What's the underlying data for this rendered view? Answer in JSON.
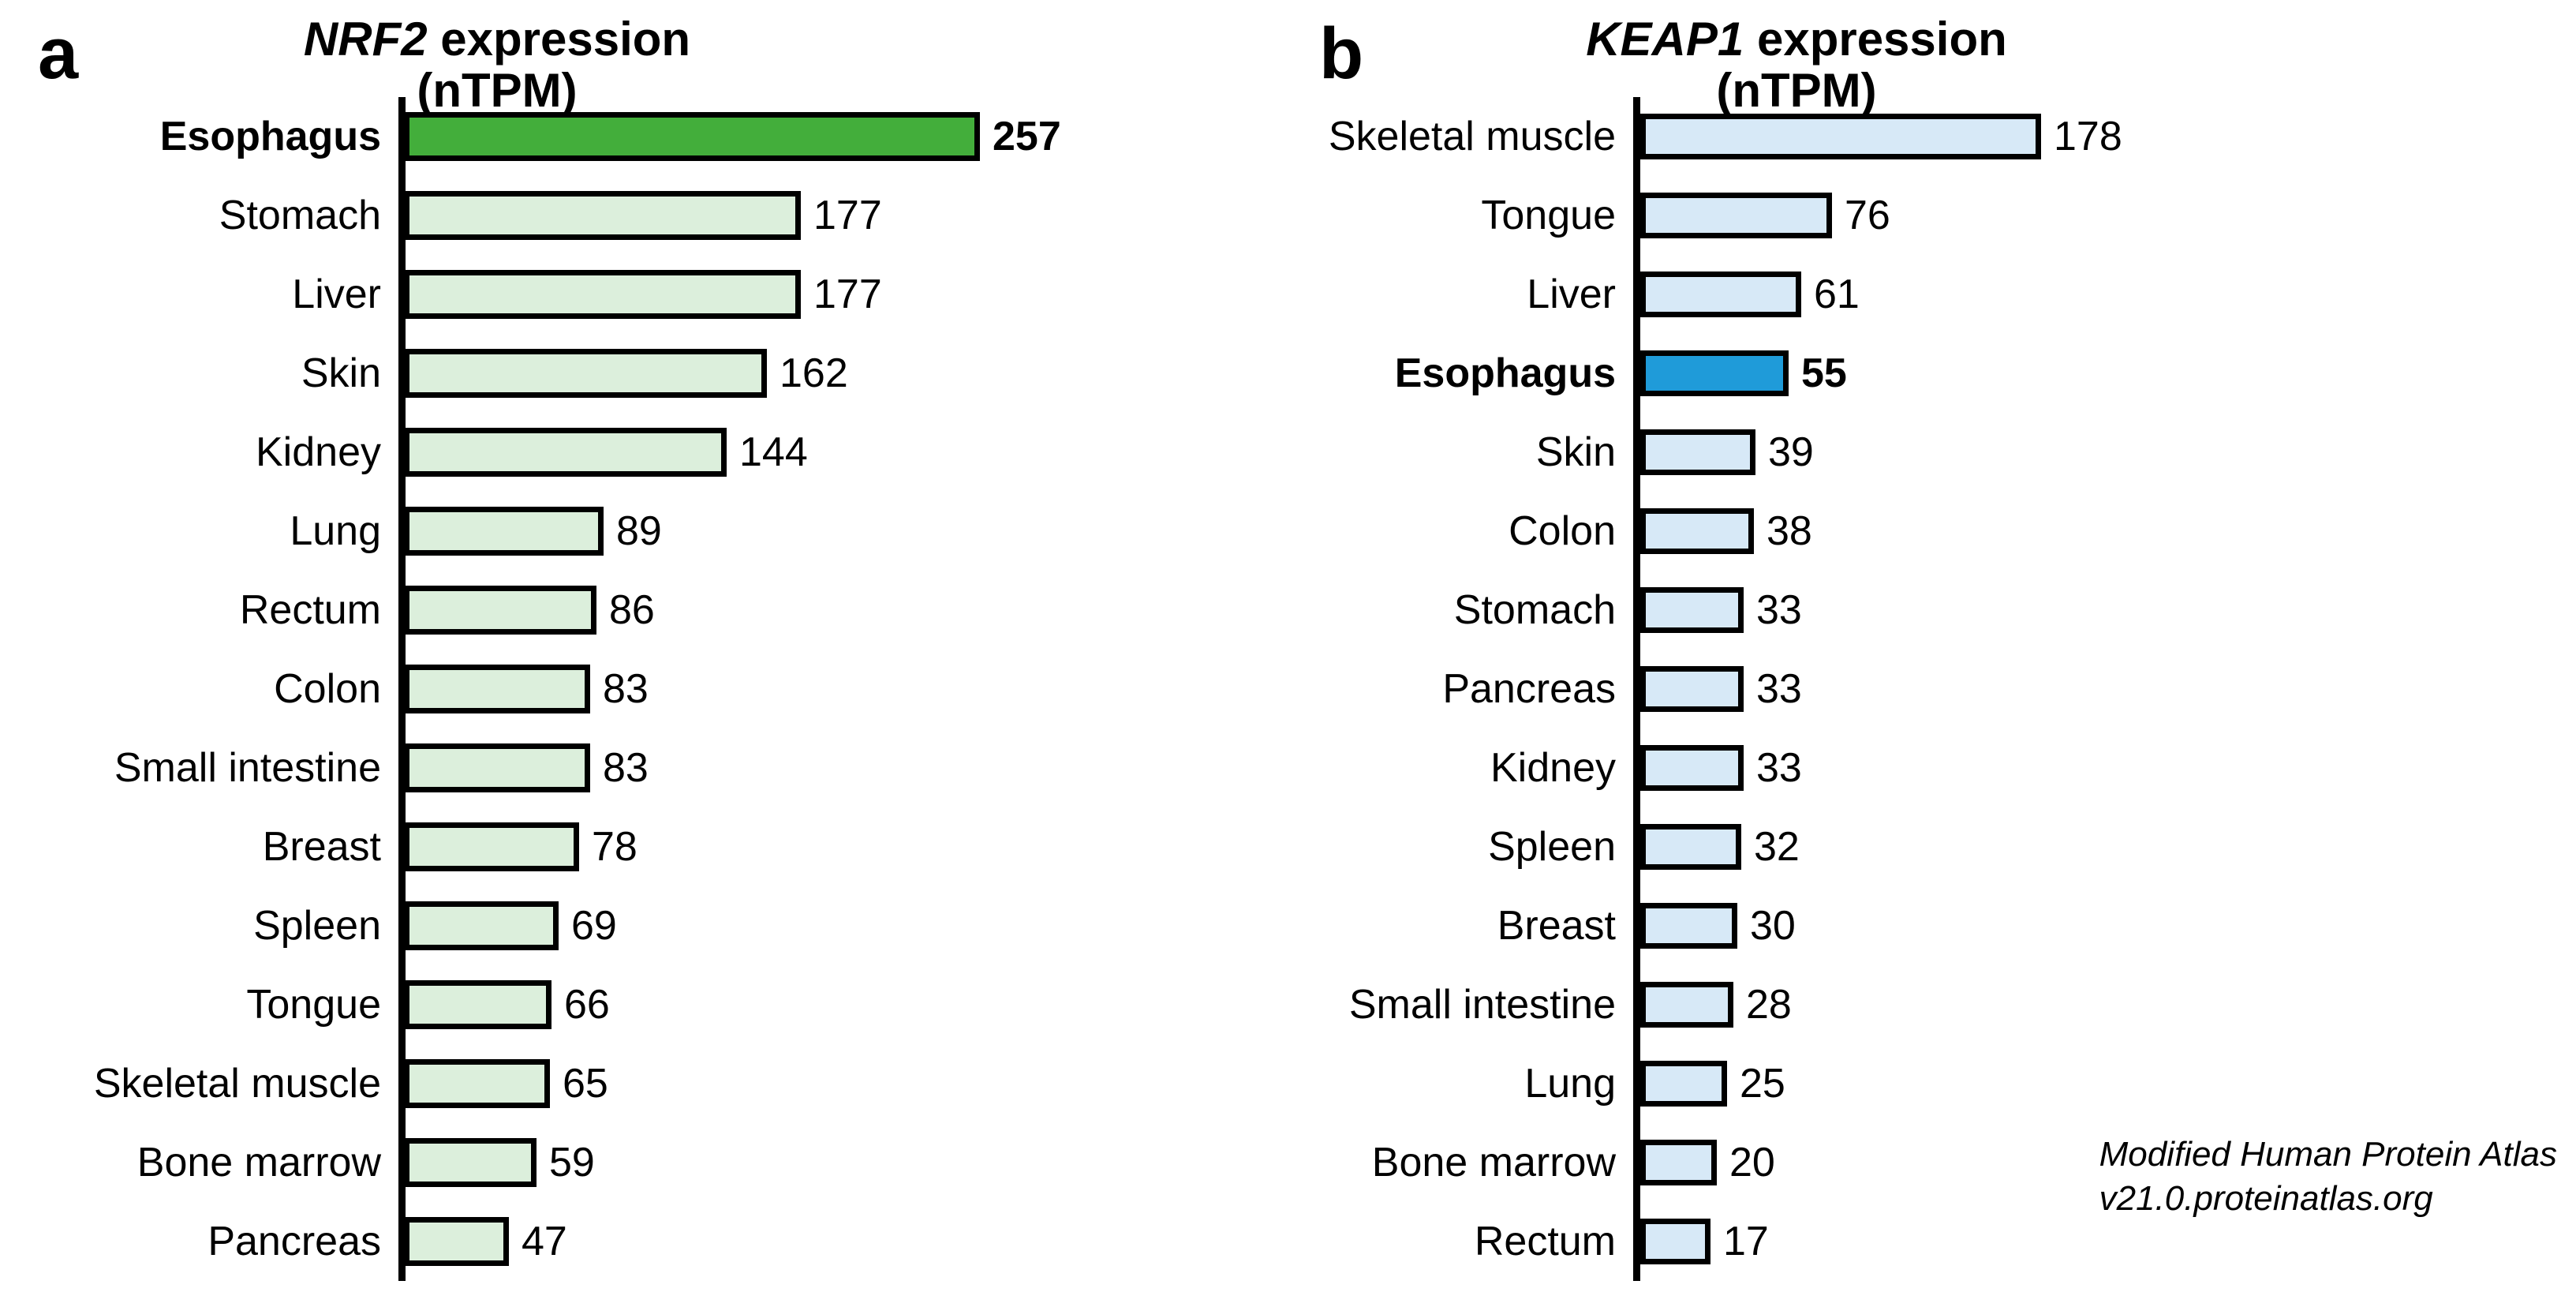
{
  "figure": {
    "credit": "Modified Human Protein Atlas\nv21.0.proteinatlas.org"
  },
  "panels": [
    {
      "letter": "a",
      "title_gene": "NRF2",
      "title_rest": " expression",
      "title_unit": "(nTPM)"
    },
    {
      "letter": "b",
      "title_gene": "KEAP1",
      "title_rest": " expression",
      "title_unit": "(nTPM)"
    }
  ],
  "chart_data": [
    {
      "type": "bar",
      "orientation": "horizontal",
      "title": "NRF2 expression (nTPM)",
      "panel": "a",
      "xlabel": "",
      "ylabel": "",
      "grid": false,
      "legend": "none",
      "axis_spine": "left",
      "colors": {
        "bar_fill": "#dcefdc",
        "bar_fill_highlight": "#43ae3b",
        "bar_stroke": "#000000"
      },
      "highlight_category": "Esophagus",
      "xlim": [
        0,
        257
      ],
      "categories": [
        "Esophagus",
        "Stomach",
        "Liver",
        "Skin",
        "Kidney",
        "Lung",
        "Rectum",
        "Colon",
        "Small intestine",
        "Breast",
        "Spleen",
        "Tongue",
        "Skeletal muscle",
        "Bone marrow",
        "Pancreas"
      ],
      "values": [
        257,
        177,
        177,
        162,
        144,
        89,
        86,
        83,
        83,
        78,
        69,
        66,
        65,
        59,
        47
      ]
    },
    {
      "type": "bar",
      "orientation": "horizontal",
      "title": "KEAP1 expression (nTPM)",
      "panel": "b",
      "xlabel": "",
      "ylabel": "",
      "grid": false,
      "legend": "none",
      "axis_spine": "left",
      "colors": {
        "bar_fill": "#d7e9f7",
        "bar_fill_highlight": "#1f9bd9",
        "bar_stroke": "#000000"
      },
      "highlight_category": "Esophagus",
      "xlim": [
        0,
        178
      ],
      "categories": [
        "Skeletal muscle",
        "Tongue",
        "Liver",
        "Esophagus",
        "Skin",
        "Colon",
        "Stomach",
        "Pancreas",
        "Kidney",
        "Spleen",
        "Breast",
        "Small intestine",
        "Lung",
        "Bone marrow",
        "Rectum"
      ],
      "values": [
        178,
        76,
        61,
        55,
        39,
        38,
        33,
        33,
        33,
        32,
        30,
        28,
        25,
        20,
        17
      ]
    }
  ]
}
